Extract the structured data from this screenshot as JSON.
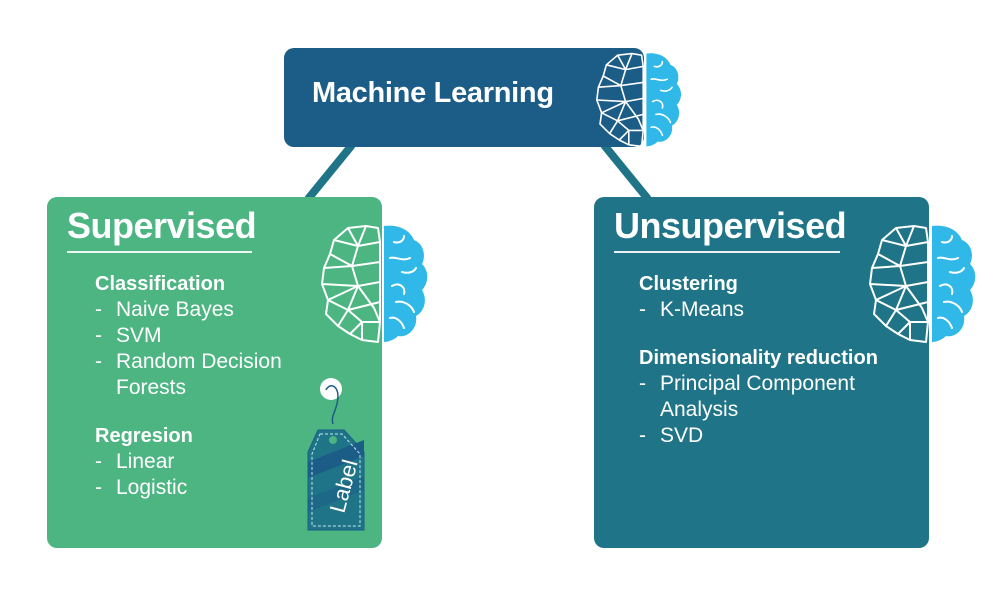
{
  "root": {
    "title": "Machine Learning",
    "color": "#1c5d87"
  },
  "branches": [
    {
      "title": "Supervised",
      "color": "#4cb582",
      "sections": [
        {
          "heading": "Classification",
          "items": [
            "Naive Bayes",
            "SVM",
            "Random Decision Forests"
          ]
        },
        {
          "heading": "Regresion",
          "items": [
            "Linear",
            "Logistic"
          ]
        }
      ],
      "tag_label": "Label"
    },
    {
      "title": "Unsupervised",
      "color": "#1f7587",
      "sections": [
        {
          "heading": "Clustering",
          "items": [
            "K-Means"
          ]
        },
        {
          "heading": "Dimensionality reduction",
          "items": [
            "Principal Component Analysis",
            "SVD"
          ]
        }
      ]
    }
  ],
  "icons": {
    "brain": "brain-icon",
    "tag": "label-tag-icon"
  },
  "colors": {
    "connector": "#1f7587",
    "brain_right": "#2fb8e8"
  }
}
